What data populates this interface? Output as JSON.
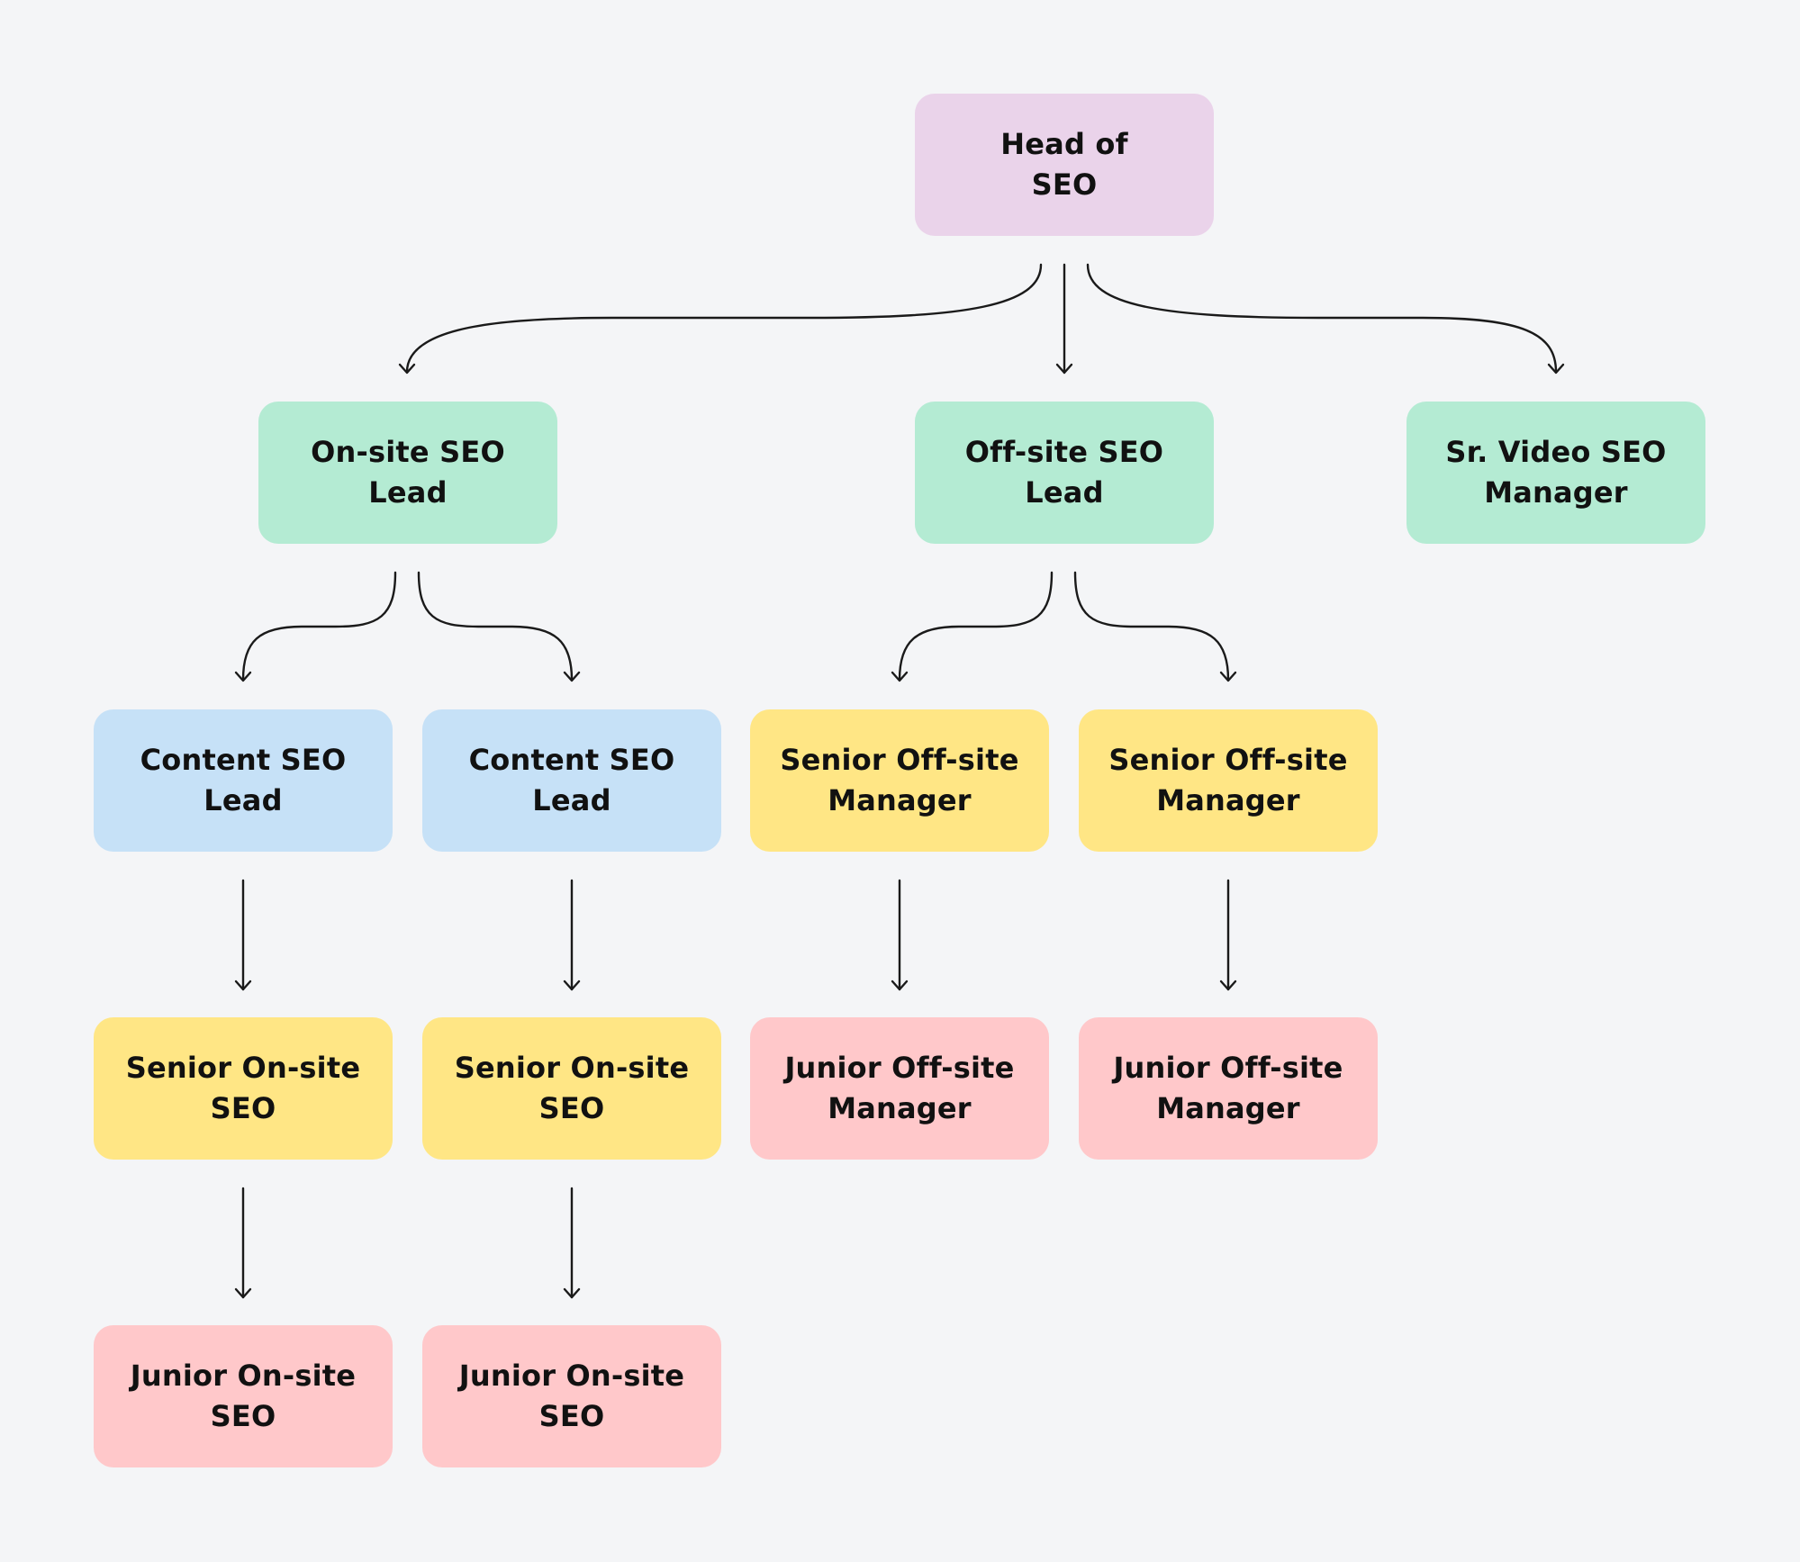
{
  "colors": {
    "background": "#f4f5f7",
    "purple": "#ead3ea",
    "green": "#b4ebd3",
    "blue": "#c6e1f7",
    "yellow": "#ffe685",
    "pink": "#ffc8ca",
    "line": "#1a1a1a"
  },
  "nodes": {
    "head_of_seo": "Head of\nSEO",
    "onsite_lead": "On-site SEO\nLead",
    "offsite_lead": "Off-site SEO\nLead",
    "video_manager": "Sr. Video SEO\nManager",
    "content_lead_1": "Content SEO\nLead",
    "content_lead_2": "Content SEO\nLead",
    "senior_offsite_1": "Senior Off-site\nManager",
    "senior_offsite_2": "Senior Off-site\nManager",
    "senior_onsite_1": "Senior On-site\nSEO",
    "senior_onsite_2": "Senior On-site\nSEO",
    "junior_offsite_1": "Junior Off-site\nManager",
    "junior_offsite_2": "Junior Off-site\nManager",
    "junior_onsite_1": "Junior On-site\nSEO",
    "junior_onsite_2": "Junior On-site\nSEO"
  },
  "edges": [
    {
      "from": "head_of_seo",
      "to": "onsite_lead"
    },
    {
      "from": "head_of_seo",
      "to": "offsite_lead"
    },
    {
      "from": "head_of_seo",
      "to": "video_manager"
    },
    {
      "from": "onsite_lead",
      "to": "content_lead_1"
    },
    {
      "from": "onsite_lead",
      "to": "content_lead_2"
    },
    {
      "from": "offsite_lead",
      "to": "senior_offsite_1"
    },
    {
      "from": "offsite_lead",
      "to": "senior_offsite_2"
    },
    {
      "from": "content_lead_1",
      "to": "senior_onsite_1"
    },
    {
      "from": "content_lead_2",
      "to": "senior_onsite_2"
    },
    {
      "from": "senior_offsite_1",
      "to": "junior_offsite_1"
    },
    {
      "from": "senior_offsite_2",
      "to": "junior_offsite_2"
    },
    {
      "from": "senior_onsite_1",
      "to": "junior_onsite_1"
    },
    {
      "from": "senior_onsite_2",
      "to": "junior_onsite_2"
    }
  ]
}
